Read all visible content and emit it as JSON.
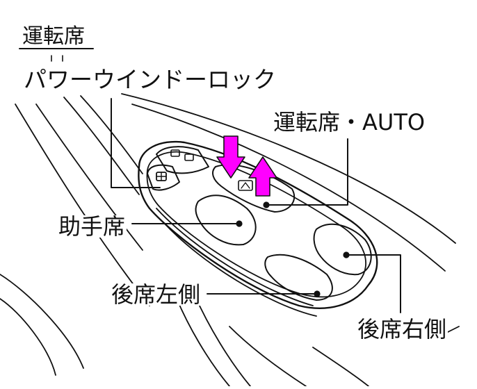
{
  "section_title": "運転席",
  "labels": {
    "window_lock": "パワーウインドーロック",
    "driver_auto": "運転席・AUTO",
    "passenger": "助手席",
    "rear_left": "後席左側",
    "rear_right": "後席右側"
  },
  "colors": {
    "arrow": "#ff00ff",
    "line": "#111111",
    "background": "#ffffff"
  },
  "icons": [
    "window-lock-switch-icon",
    "up-down-arrows-icon",
    "auto-window-icon"
  ]
}
